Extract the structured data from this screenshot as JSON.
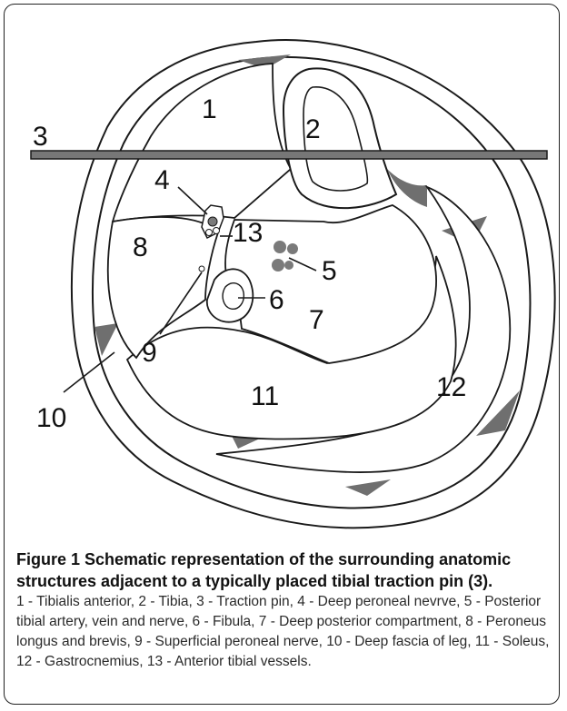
{
  "labels": {
    "l1": "1",
    "l2": "2",
    "l3": "3",
    "l4": "4",
    "l5": "5",
    "l6": "6",
    "l7": "7",
    "l8": "8",
    "l9": "9",
    "l10": "10",
    "l11": "11",
    "l12": "12",
    "l13": "13"
  },
  "caption": {
    "title_bold": "Figure 1 Schematic representation of the surrounding anatomic structures adjacent to a typically placed tibial traction pin (3)",
    "title_end": ".",
    "body": "1 - Tibialis anterior, 2 - Tibia, 3 - Traction pin, 4 - Deep peroneal nevrve, 5 - Posterior tibial artery, vein and nerve, 6 - Fibula, 7 - Deep posterior compartment, 8 - Peroneus longus and brevis, 9 - Superficial peroneal nerve, 10 - Deep fascia of leg, 11 - Soleus, 12 - Gastrocnemius, 13 - Anterior tibial vessels."
  },
  "colors": {
    "stroke": "#1a1a1a",
    "fascia_fill": "#6f6f6f",
    "pin_fill": "#777777",
    "vessel_fill": "#7a7a7a"
  }
}
